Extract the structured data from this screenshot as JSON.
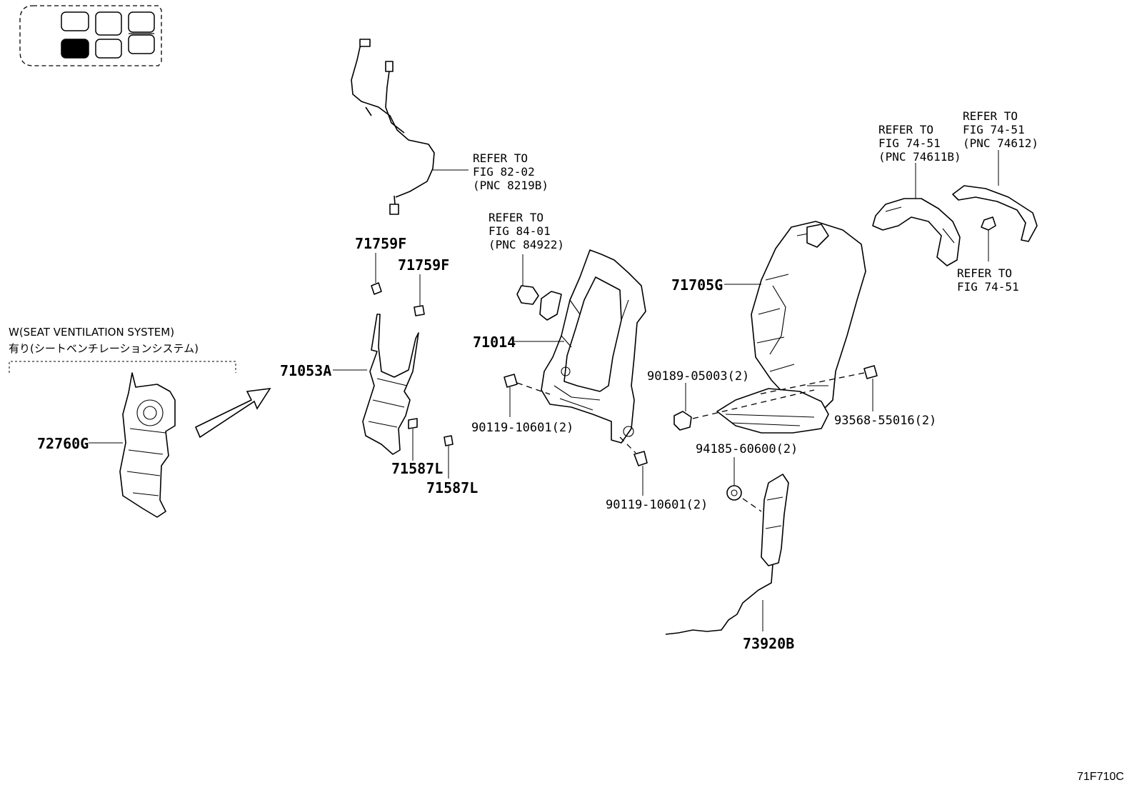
{
  "figure_code": "71F710C",
  "seat_position_key": {
    "cells": [
      {
        "id": "front-left",
        "highlighted": false
      },
      {
        "id": "front-right",
        "highlighted": false
      },
      {
        "id": "middle-upper",
        "highlighted": false
      },
      {
        "id": "middle-lower",
        "highlighted": false
      },
      {
        "id": "rear-upper",
        "highlighted": false
      },
      {
        "id": "rear-lower",
        "highlighted": false
      },
      {
        "id": "selected-seat",
        "highlighted": true
      }
    ]
  },
  "variant_note": {
    "line1": "W(SEAT VENTILATION SYSTEM)",
    "line2": "有り(シートベンチレーションシステム)"
  },
  "parts": {
    "p72760G": "72760G",
    "p71053A": "71053A",
    "p71759F_a": "71759F",
    "p71759F_b": "71759F",
    "p71587L_a": "71587L",
    "p71587L_b": "71587L",
    "p71014": "71014",
    "p90119_a": "90119-10601(2)",
    "p90119_b": "90119-10601(2)",
    "p71705G": "71705G",
    "p90189": "90189-05003(2)",
    "p93568": "93568-55016(2)",
    "p94185": "94185-60600(2)",
    "p73920B": "73920B"
  },
  "references": {
    "harness": [
      "REFER TO",
      "FIG 82-02",
      "(PNC 8219B)"
    ],
    "frame_sensor": [
      "REFER TO",
      "FIG 84-01",
      "(PNC 84922)"
    ],
    "headrest_guide_a": [
      "REFER TO",
      "FIG 74-51",
      "(PNC 74611B)"
    ],
    "headrest_guide_b": [
      "REFER TO",
      "FIG 74-51",
      "(PNC 74612)"
    ],
    "clip": [
      "REFER TO",
      "FIG 74-51"
    ]
  }
}
